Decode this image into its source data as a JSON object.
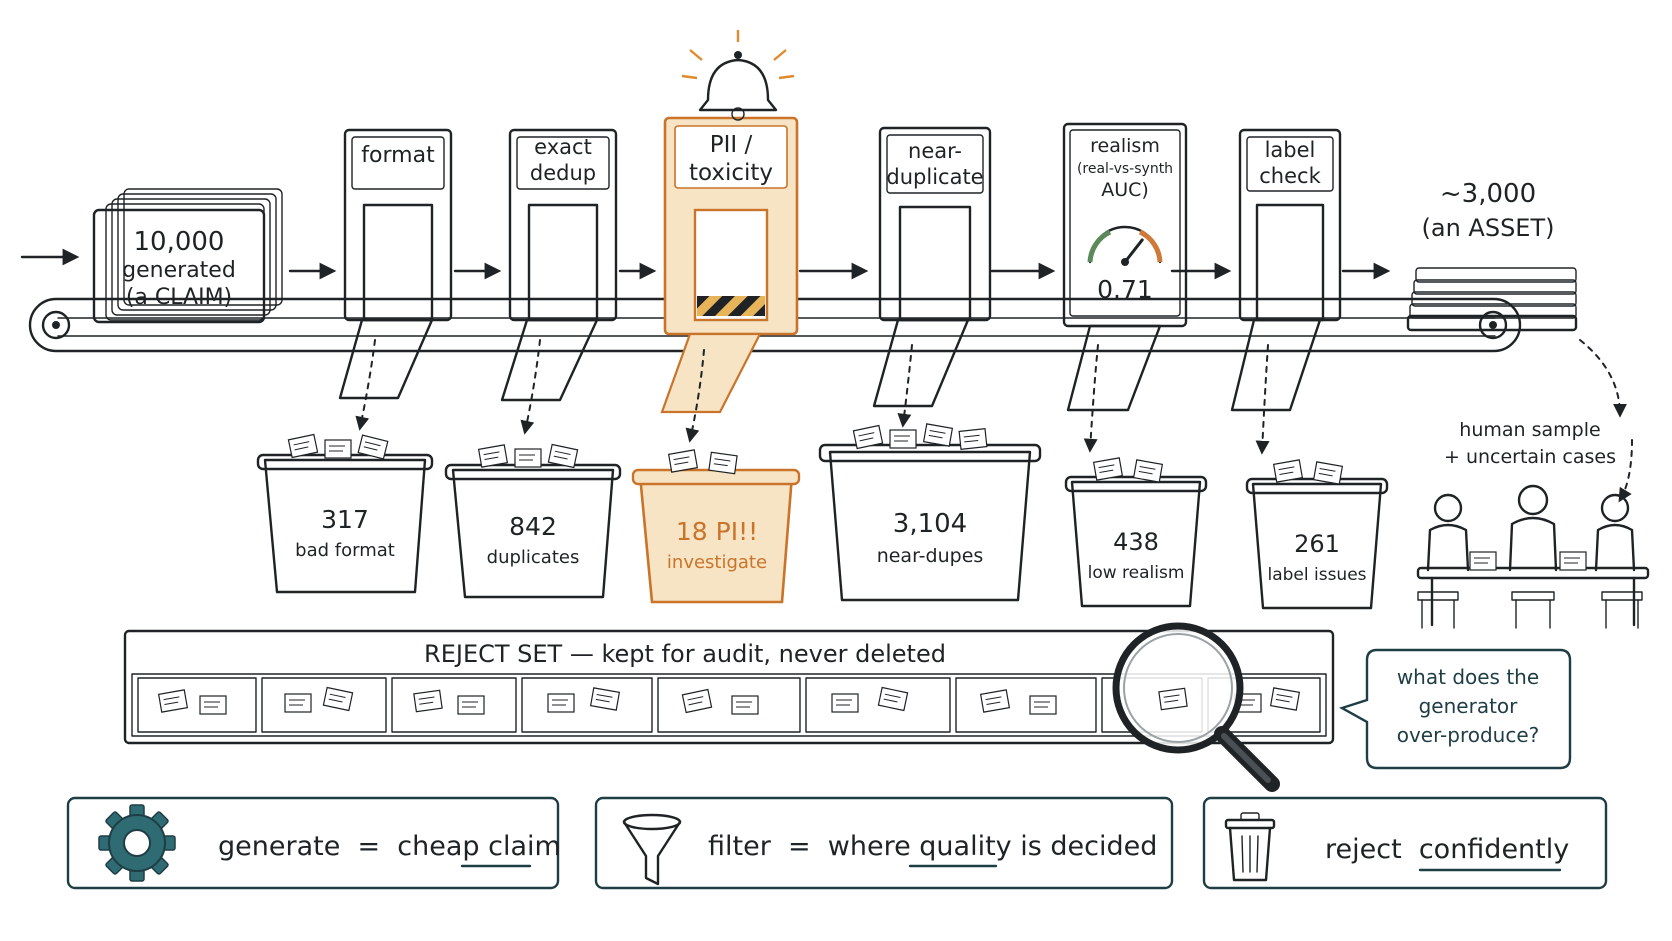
{
  "input": {
    "line1": "10,000",
    "line2": "generated",
    "line3": "(a CLAIM)"
  },
  "output": {
    "line1": "~3,000",
    "line2": "(an ASSET)"
  },
  "stages": [
    {
      "label_1": "format",
      "label_2": "",
      "label_3": ""
    },
    {
      "label_1": "exact",
      "label_2": "dedup",
      "label_3": ""
    },
    {
      "label_1": "PII /",
      "label_2": "toxicity",
      "label_3": ""
    },
    {
      "label_1": "near-",
      "label_2": "duplicate",
      "label_3": ""
    },
    {
      "label_1": "realism",
      "label_2": "(real-vs-synth",
      "label_3": "AUC)"
    },
    {
      "label_1": "label",
      "label_2": "check",
      "label_3": ""
    }
  ],
  "gauge_value": "0.71",
  "gauge_level": 0.71,
  "bins": [
    {
      "count": "317",
      "label": "bad format"
    },
    {
      "count": "842",
      "label": "duplicates"
    },
    {
      "count": "18 PI!!",
      "label": "investigate"
    },
    {
      "count": "3,104",
      "label": "near-dupes"
    },
    {
      "count": "438",
      "label": "low realism"
    },
    {
      "count": "261",
      "label": "label issues"
    }
  ],
  "human_review": {
    "line1": "human sample",
    "line2": "+ uncertain cases"
  },
  "reject_set": {
    "title": "REJECT SET — kept for audit, never deleted"
  },
  "question": {
    "line1": "what does the",
    "line2": "generator",
    "line3": "over-produce?"
  },
  "legend": [
    {
      "icon": "gear-icon",
      "prefix": "generate  =  cheap ",
      "emphasis": "claim",
      "suffix": ""
    },
    {
      "icon": "funnel-icon",
      "prefix": "filter  =  where ",
      "emphasis": "quality",
      "suffix": " is decided"
    },
    {
      "icon": "trash-can-icon",
      "prefix": "reject  ",
      "emphasis": "confidently",
      "suffix": ""
    }
  ],
  "colors": {
    "ink": "#1f2326",
    "highlight": "#c9742a",
    "highlight_fill": "#f6e4c4",
    "teal": "#1f3d44"
  }
}
